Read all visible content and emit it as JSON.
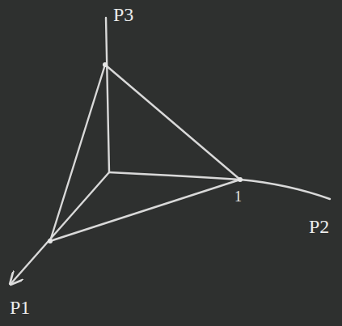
{
  "diagram": {
    "labels": [
      "P3",
      "1",
      "P2",
      "P1"
    ]
  }
}
